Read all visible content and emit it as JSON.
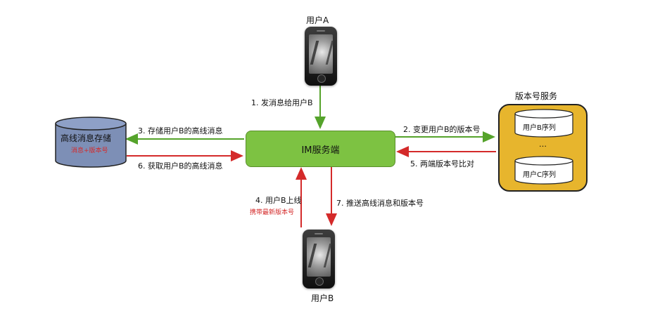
{
  "user_a": {
    "label": "用户A"
  },
  "user_b": {
    "label": "用户B"
  },
  "im_server": {
    "label": "IM服务端"
  },
  "offline_storage": {
    "title": "高线消息存储",
    "subtitle": "消息+版本号"
  },
  "version_service": {
    "title": "版本号服务",
    "seq_b": "用户B序列",
    "ellipsis": "…",
    "seq_c": "用户C序列"
  },
  "edges": {
    "step1": "1. 发消息给用户B",
    "step2": "2. 变更用户B的版本号",
    "step3": "3. 存储用户B的高线消息",
    "step4": "4. 用户B上线",
    "step4_note": "携带最新版本号",
    "step5": "5. 两端版本号比对",
    "step6": "6. 获取用户B的高线消息",
    "step7": "7. 推送高线消息和版本号"
  },
  "colors": {
    "green_arrow": "#55a32b",
    "red_arrow": "#d42a2a",
    "im_fill": "#7dc242",
    "storage_fill": "#7d8fb6",
    "version_fill": "#e7b52d"
  }
}
